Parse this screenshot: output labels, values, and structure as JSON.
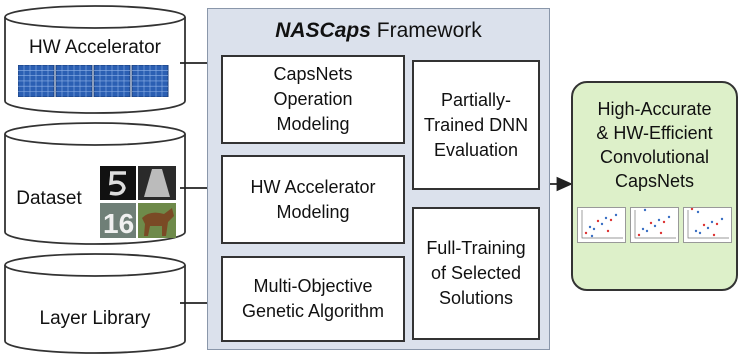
{
  "inputs": {
    "hw_accelerator": "HW Accelerator",
    "dataset": "Dataset",
    "layer_library": "Layer Library"
  },
  "dataset_sample_text": "16",
  "framework": {
    "title_bold": "NASCaps",
    "title_rest": " Framework",
    "boxes": {
      "capsnets": "CapsNets Operation Modeling",
      "hw_model": "HW Accelerator Modeling",
      "genetic": "Multi-Objective Genetic Algorithm",
      "partial": "Partially-Trained DNN Evaluation",
      "full": "Full-Training of Selected Solutions"
    }
  },
  "output": {
    "line1": "High-Accurate",
    "line2": "& HW-Efficient",
    "line3": "Convolutional",
    "line4": "CapsNets"
  },
  "colors": {
    "framework_bg": "#dbe1ec",
    "output_bg": "#ddf0c9",
    "cylinder_fill": "#ffffff",
    "accelerator_grid": "#2b5fb3"
  }
}
